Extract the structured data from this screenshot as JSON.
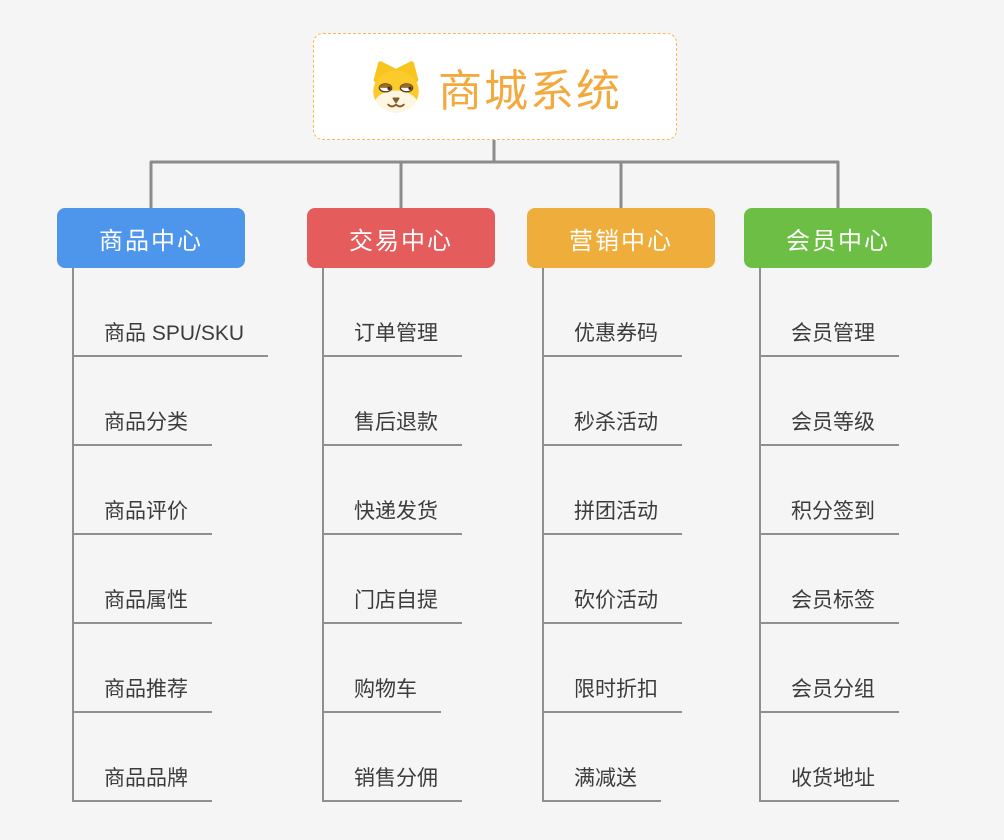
{
  "root": {
    "title": "商城系统",
    "icon": "shiba-dog-icon"
  },
  "colors": {
    "background": "#f5f5f5",
    "root_title": "#f2a93e",
    "root_border": "#f6b854",
    "connector_gray": "#8c8c8c",
    "underline_gray": "#8f8f8f",
    "leaf_text": "#3c3c3c"
  },
  "branches": [
    {
      "label": "商品中心",
      "color": "#4e95ec",
      "children": [
        "商品 SPU/SKU",
        "商品分类",
        "商品评价",
        "商品属性",
        "商品推荐",
        "商品品牌"
      ]
    },
    {
      "label": "交易中心",
      "color": "#e45c5c",
      "children": [
        "订单管理",
        "售后退款",
        "快递发货",
        "门店自提",
        "购物车",
        "销售分佣"
      ]
    },
    {
      "label": "营销中心",
      "color": "#efad3b",
      "children": [
        "优惠券码",
        "秒杀活动",
        "拼团活动",
        "砍价活动",
        "限时折扣",
        "满减送"
      ]
    },
    {
      "label": "会员中心",
      "color": "#6cbe45",
      "children": [
        "会员管理",
        "会员等级",
        "积分签到",
        "会员标签",
        "会员分组",
        "收货地址"
      ]
    }
  ]
}
